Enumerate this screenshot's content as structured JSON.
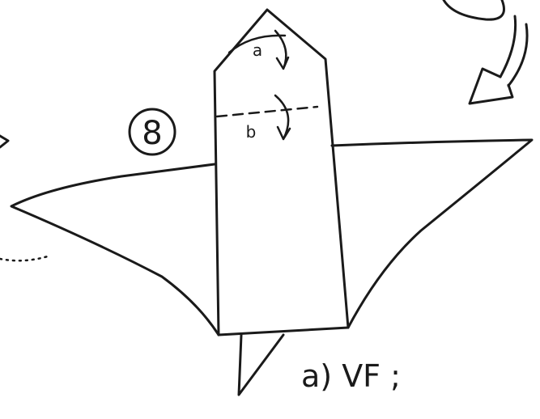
{
  "diagram": {
    "step_number": "8",
    "fold_labels": {
      "a": "a",
      "b": "b"
    },
    "caption": "a) VF ;",
    "ink_color": "#1a1a1a",
    "background_color": "#ffffff"
  }
}
